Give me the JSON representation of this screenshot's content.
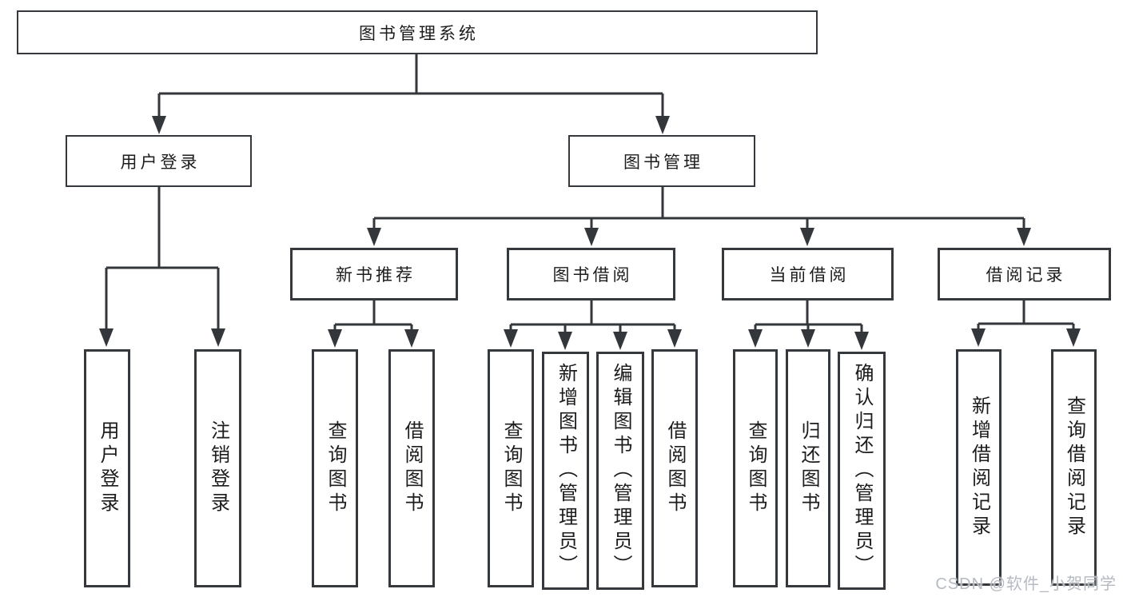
{
  "tree": {
    "root": {
      "label": "图书管理系统"
    },
    "branches": [
      {
        "label": "用户登录",
        "children": [
          {
            "label": "用户登录"
          },
          {
            "label": "注销登录"
          }
        ]
      },
      {
        "label": "图书管理",
        "children": [
          {
            "label": "新书推荐",
            "children": [
              {
                "label": "查询图书"
              },
              {
                "label": "借阅图书"
              }
            ]
          },
          {
            "label": "图书借阅",
            "children": [
              {
                "label": "查询图书"
              },
              {
                "label": "新增图书（管理员）"
              },
              {
                "label": "编辑图书（管理员）"
              },
              {
                "label": "借阅图书"
              }
            ]
          },
          {
            "label": "当前借阅",
            "children": [
              {
                "label": "查询图书"
              },
              {
                "label": "归还图书"
              },
              {
                "label": "确认归还（管理员）"
              }
            ]
          },
          {
            "label": "借阅记录",
            "children": [
              {
                "label": "新增借阅记录"
              },
              {
                "label": "查询借阅记录"
              }
            ]
          }
        ]
      }
    ]
  },
  "watermark": {
    "text": "CSDN @软件_小贺同学"
  },
  "colors": {
    "line": "#33363a",
    "border": "#35383c",
    "text": "#1c1c1e",
    "watermark": "#b5bac3",
    "background": "#ffffff"
  }
}
